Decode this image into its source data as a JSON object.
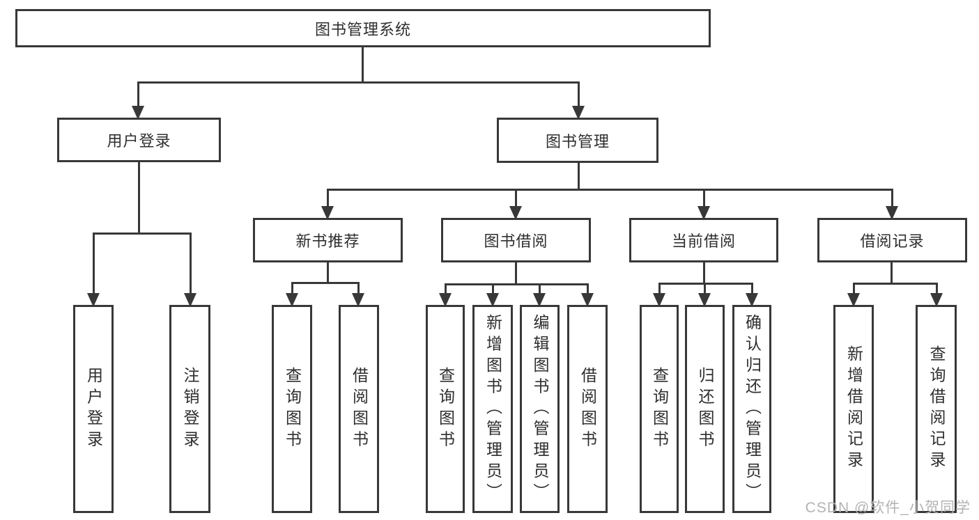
{
  "colors": {
    "line": "#383838",
    "text": "#2e2e2e",
    "watermark": "#b3b3b3",
    "background": "#ffffff"
  },
  "watermark": "CSDN @软件_小贺同学",
  "tree": {
    "root": "图书管理系统",
    "branches": [
      {
        "label": "用户登录",
        "leaves": [
          "用户登录",
          "注销登录"
        ]
      },
      {
        "label": "图书管理",
        "groups": [
          {
            "label": "新书推荐",
            "leaves": [
              "查询图书",
              "借阅图书"
            ]
          },
          {
            "label": "图书借阅",
            "leaves": [
              "查询图书",
              "新增图书（管理员）",
              "编辑图书（管理员）",
              "借阅图书"
            ]
          },
          {
            "label": "当前借阅",
            "leaves": [
              "查询图书",
              "归还图书",
              "确认归还（管理员）"
            ]
          },
          {
            "label": "借阅记录",
            "leaves": [
              "新增借阅记录",
              "查询借阅记录"
            ]
          }
        ]
      }
    ]
  }
}
